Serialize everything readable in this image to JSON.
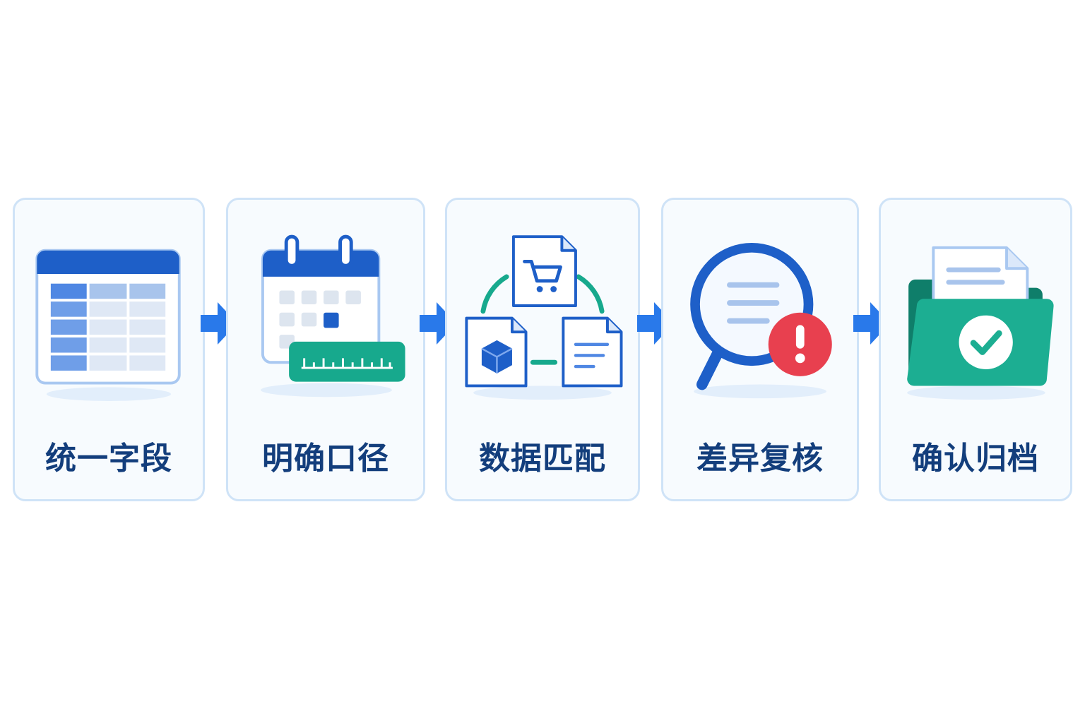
{
  "flow": {
    "steps": [
      {
        "label": "统一字段",
        "icon": "table-icon"
      },
      {
        "label": "明确口径",
        "icon": "calendar-ruler-icon"
      },
      {
        "label": "数据匹配",
        "icon": "data-matching-icon"
      },
      {
        "label": "差异复核",
        "icon": "magnifier-alert-icon"
      },
      {
        "label": "确认归档",
        "icon": "folder-check-icon"
      }
    ],
    "connector_icon": "arrow-right-icon"
  },
  "colors": {
    "card_border": "#cfe3f7",
    "card_background": "#f7fbfe",
    "label_text": "#133e7c",
    "primary_blue": "#1e5fc8",
    "arrow_blue": "#2979ea",
    "teal": "#17a98d",
    "alert_red": "#e8404f"
  }
}
